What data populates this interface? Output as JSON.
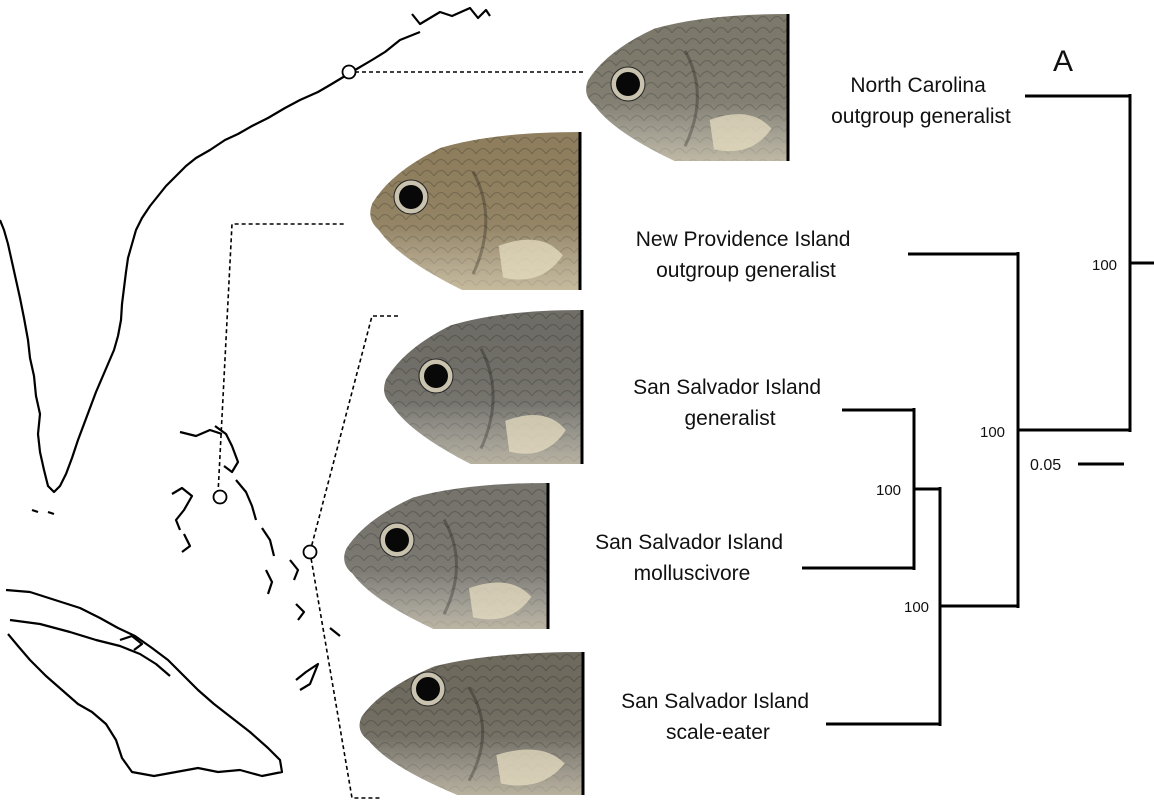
{
  "panel_label": "A",
  "taxa": [
    {
      "line1": "North Carolina",
      "line2": "outgroup generalist"
    },
    {
      "line1": "New Providence Island",
      "line2": "outgroup generalist"
    },
    {
      "line1": "San Salvador Island",
      "line2": "generalist"
    },
    {
      "line1": "San Salvador Island",
      "line2": "molluscivore"
    },
    {
      "line1": "San Salvador Island",
      "line2": "scale-eater"
    }
  ],
  "support": {
    "root": "100",
    "bahamas": "100",
    "ssi": "100",
    "generalist_molluscivore": "100"
  },
  "scale_bar_label": "0.05",
  "fish_colors": [
    "#7d7a6c",
    "#8f7f5e",
    "#6f6d66",
    "#76746c",
    "#6e6a5e"
  ]
}
